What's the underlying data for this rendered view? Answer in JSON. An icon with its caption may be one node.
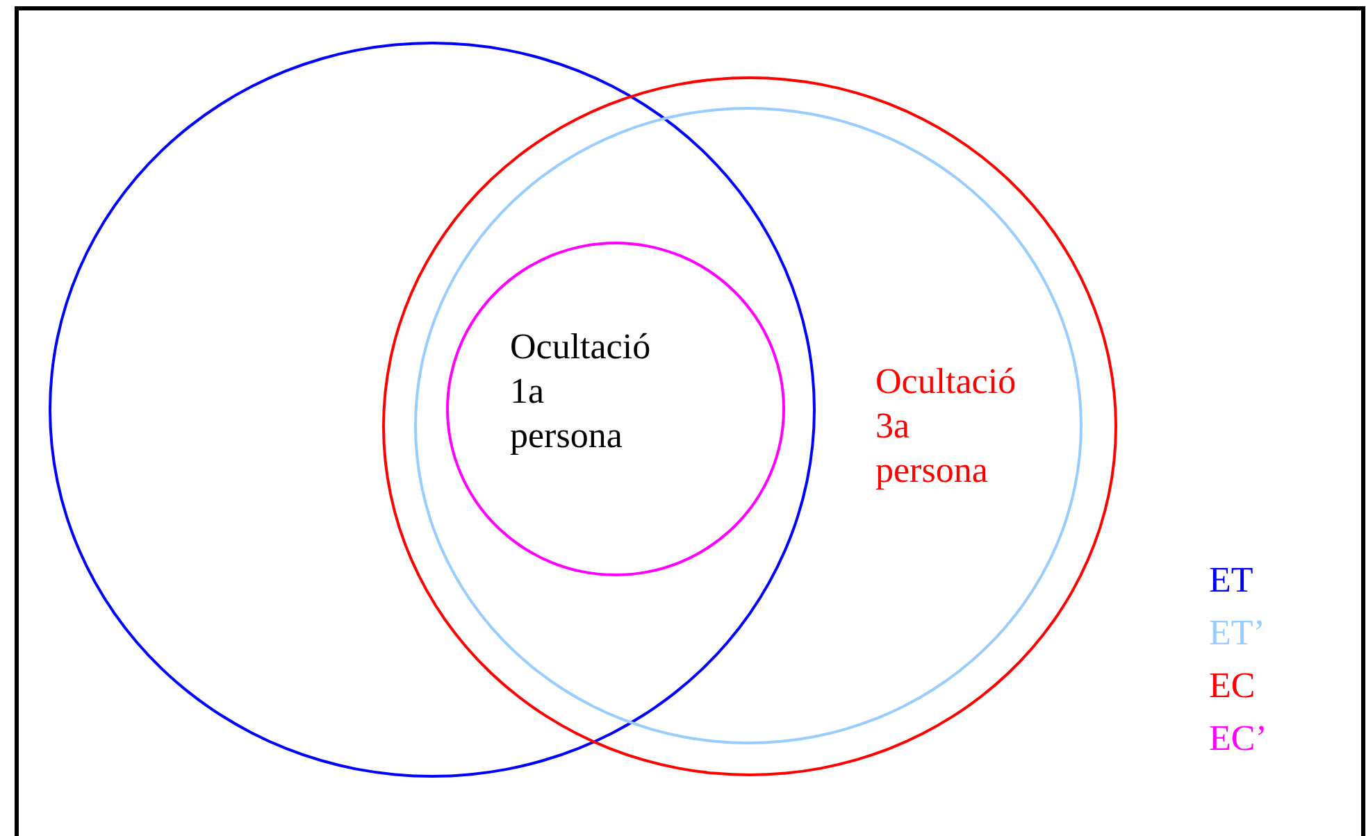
{
  "diagram": {
    "nodes": [
      {
        "text": [],
        "shape": "circle"
      },
      {
        "text": [],
        "shape": "circle"
      },
      {
        "text": [
          "Ocultació 3a persona"
        ],
        "in": 1
      },
      {
        "text": [
          "Ocultació 1a persona"
        ]
      }
    ],
    "legend": [
      {
        "text": "ET",
        "color": "#0000ff"
      },
      {
        "text": "ET’",
        "color": "#99ccff"
      },
      {
        "text": "EC",
        "color": "#ff0000"
      },
      {
        "text": "EC’",
        "color": "#ff00ff"
      }
    ]
  }
}
